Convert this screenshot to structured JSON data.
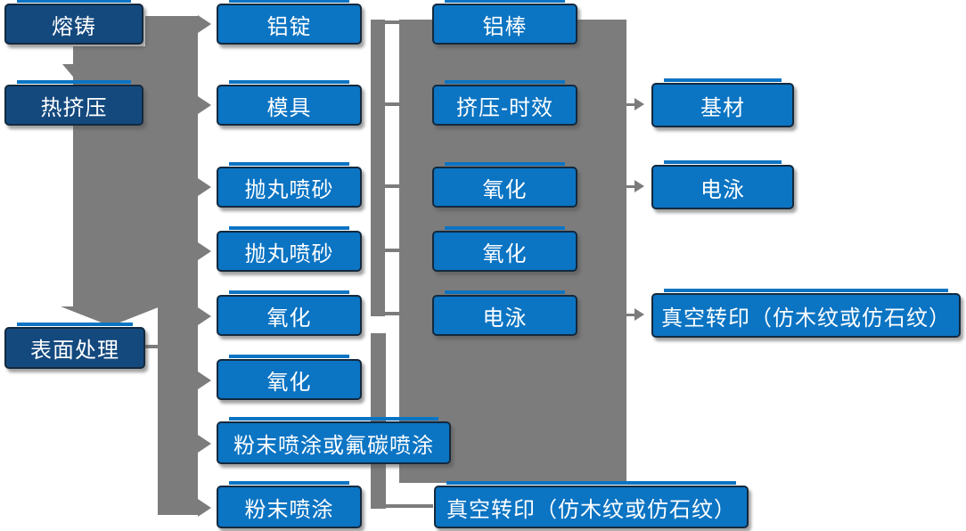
{
  "diagram": {
    "type": "flowchart",
    "language": "zh-CN",
    "columns": [
      {
        "name": "main-stages",
        "items": [
          "熔铸",
          "热挤压",
          "表面处理"
        ]
      },
      {
        "name": "preparation-steps",
        "items": [
          "铝锭",
          "模具",
          "抛丸喷砂",
          "抛丸喷砂",
          "氧化",
          "氧化",
          "粉末喷涂或氟碳喷涂",
          "粉末喷涂"
        ]
      },
      {
        "name": "treatment-steps",
        "items": [
          "铝棒",
          "挤压-时效",
          "氧化",
          "氧化",
          "电泳",
          "真空转印（仿木纹或仿石纹）"
        ]
      },
      {
        "name": "finish-steps",
        "items": [
          "基材",
          "电泳",
          "真空转印（仿木纹或仿石纹）"
        ]
      }
    ],
    "flows": [
      "熔铸 → 热挤压 (down arrow)",
      "热挤压 → 表面处理 (down arrow)",
      "left band → 铝锭/模具/抛丸喷砂/抛丸喷砂/氧化/氧化/粉末喷涂或氟碳喷涂/粉末喷涂 (right arrows)",
      "表面处理 — vertical band link",
      "铝锭→铝棒, 模具→挤压-时效, 抛丸喷砂→氧化, 抛丸喷砂→氧化, 氧化→电泳, 粉末喷涂→真空转印（仿木纹或仿石纹） (bar links)",
      "挤压-时效 → 基材 (arrow)",
      "氧化 → 电泳 (arrow)",
      "电泳 → 真空转印（仿木纹或仿石纹） (arrow)"
    ],
    "colors": {
      "process_box_blue": "#0B74C3",
      "stage_box_navy": "#14497E",
      "connector_gray": "#7C7C7C",
      "box_outline": "#13293D",
      "text": "#FFFFFF",
      "background": "#FFFFFF"
    }
  }
}
